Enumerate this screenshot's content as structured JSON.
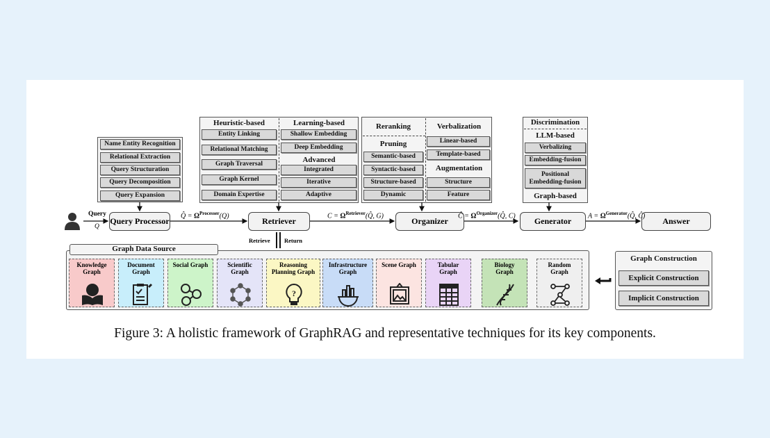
{
  "query_processor": {
    "items": [
      "Name Entity Recognition",
      "Relational Extraction",
      "Query Structuration",
      "Query Decomposition",
      "Query Expansion"
    ],
    "node": "Query Processor"
  },
  "retriever": {
    "heuristic_title": "Heuristic-based",
    "heuristic": [
      "Entity Linking",
      "Relational Matching",
      "Graph Traversal",
      "Graph Kernel",
      "Domain Expertise"
    ],
    "learning_title": "Learning-based",
    "learning": [
      "Shallow Embedding",
      "Deep    Embedding"
    ],
    "advanced_title": "Advanced",
    "advanced": [
      "Integrated",
      "Iterative",
      "Adaptive"
    ],
    "node": "Retriever"
  },
  "organizer": {
    "reranking": "Reranking",
    "pruning_title": "Pruning",
    "pruning": [
      "Semantic-based",
      "Syntactic-based",
      "Structure-based",
      "Dynamic"
    ],
    "verbalization_title": "Verbalization",
    "verbalization": [
      "Linear-based",
      "Template-based"
    ],
    "augmentation_title": "Augmentation",
    "augmentation": [
      "Structure",
      "Feature"
    ],
    "node": "Organizer"
  },
  "generator": {
    "discrimination": "Discrimination",
    "llm_title": "LLM-based",
    "llm": [
      "Verbalizing",
      "Embedding-fusion",
      "Positional Embedding-fusion"
    ],
    "graph_based": "Graph-based",
    "node": "Generator"
  },
  "answer": "Answer",
  "query_label": "Query",
  "query_symbol": "Q",
  "formulas": {
    "processor": {
      "lhs": "Q̂ = ",
      "omega": "Ω",
      "sup": "Processer",
      "args": "(Q)"
    },
    "retriever": {
      "lhs": "C = ",
      "omega": "Ω",
      "sup": "Retriever",
      "args": "(Q̂, G)"
    },
    "organizer": {
      "lhs": "Ĉ = ",
      "omega": "Ω",
      "sup": "Organizer",
      "args": "(Q̂, C)"
    },
    "generator": {
      "lhs": "A = ",
      "omega": "Ω",
      "sup": "Generator",
      "args": "(Q̂, Ĉ)"
    }
  },
  "retrieve": "Retrieve",
  "return": "Return",
  "graph_data_source": {
    "title": "Graph Data Source",
    "tiles": [
      {
        "label": "Knowledge Graph",
        "color": "#f8caca",
        "icon": "book-globe-icon"
      },
      {
        "label": "Document Graph",
        "color": "#c8eefb",
        "icon": "clipboard-icon"
      },
      {
        "label": "Social Graph",
        "color": "#cdf4c9",
        "icon": "people-network-icon"
      },
      {
        "label": "Scientific Graph",
        "color": "#e4e4f8",
        "icon": "molecule-icon"
      },
      {
        "label": "Reasoning Planning Graph",
        "color": "#fbf7c4",
        "icon": "lightbulb-icon"
      },
      {
        "label": "Infrastructure Graph",
        "color": "#c8dcf7",
        "icon": "city-gear-icon"
      },
      {
        "label": "Scene Graph",
        "color": "#fce4e1",
        "icon": "picture-icon"
      },
      {
        "label": "Tabular Graph",
        "color": "#e9d4f6",
        "icon": "table-icon"
      },
      {
        "label": "Biology Graph",
        "color": "#c4e3b7",
        "icon": "dna-icon"
      },
      {
        "label": "Random Graph",
        "color": "#efefef",
        "icon": "random-graph-icon"
      }
    ]
  },
  "graph_construction": {
    "title": "Graph Construction",
    "items": [
      "Explicit Construction",
      "Implicit Construction"
    ]
  },
  "caption": "Figure 3: A holistic framework of GraphRAG and representative techniques for its key components."
}
